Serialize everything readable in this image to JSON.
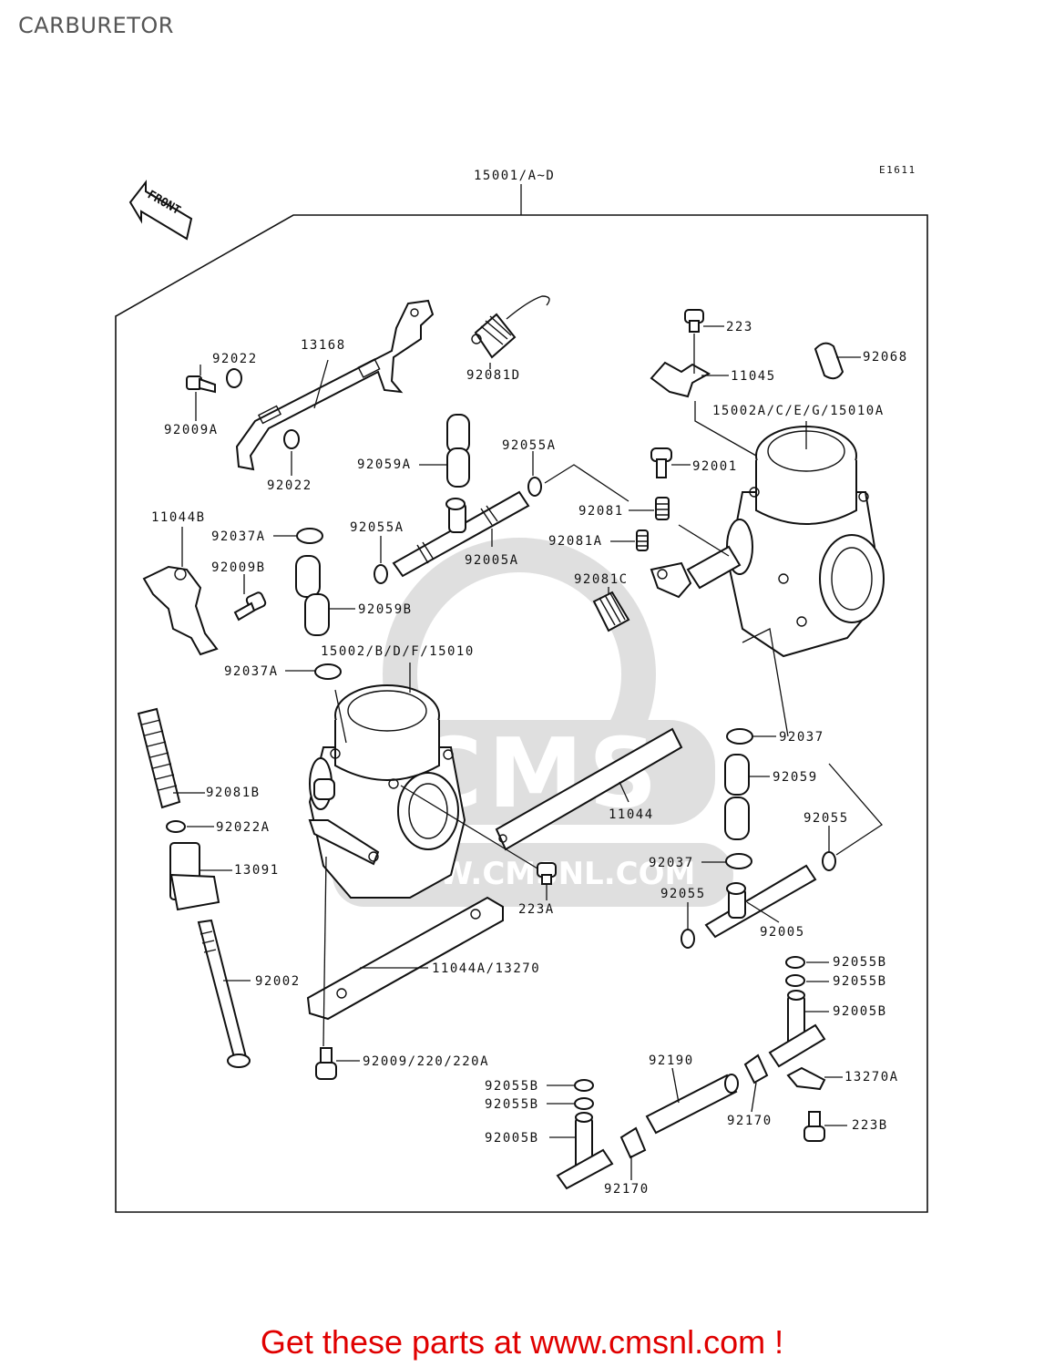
{
  "title": "CARBURETOR",
  "diagram_code": "E1611",
  "front_arrow": "FRONT",
  "assembly_label": "15001/A~D",
  "watermark": {
    "brand": "CMS",
    "url": "WWW.CMSNL.COM"
  },
  "labels": {
    "p223_top": "223",
    "p11045": "11045",
    "p92068": "92068",
    "p15002a": "15002A/C/E/G/15010A",
    "p92001": "92001",
    "p92081": "92081",
    "p92081a": "92081A",
    "p92081c": "92081C",
    "p92081d": "92081D",
    "p13168": "13168",
    "p92022_top": "92022",
    "p92009a": "92009A",
    "p92022_bot": "92022",
    "p92059a": "92059A",
    "p92055a_top": "92055A",
    "p92055a_mid": "92055A",
    "p92005a": "92005A",
    "p11044b": "11044B",
    "p92037a_top": "92037A",
    "p92009b": "92009B",
    "p92059b": "92059B",
    "p15002": "15002/B/D/F/15010",
    "p92037a_mid": "92037A",
    "p92081b": "92081B",
    "p92022a": "92022A",
    "p13091": "13091",
    "p92002": "92002",
    "p92037_r": "92037",
    "p92059_r": "92059",
    "p11044": "11044",
    "p92055_r1": "92055",
    "p92037_r2": "92037",
    "p92055_r2": "92055",
    "p92005": "92005",
    "p223a": "223A",
    "p11044a": "11044A/13270",
    "p92055b_1": "92055B",
    "p92055b_2": "92055B",
    "p92005b_r": "92005B",
    "p13270a": "13270A",
    "p92190": "92190",
    "p92170_r": "92170",
    "p223b": "223B",
    "p92009_220": "92009/220/220A",
    "p92055b_3": "92055B",
    "p92055b_4": "92055B",
    "p92005b_l": "92005B",
    "p92170_l": "92170"
  },
  "promo": "Get these parts at www.cmsnl.com !"
}
